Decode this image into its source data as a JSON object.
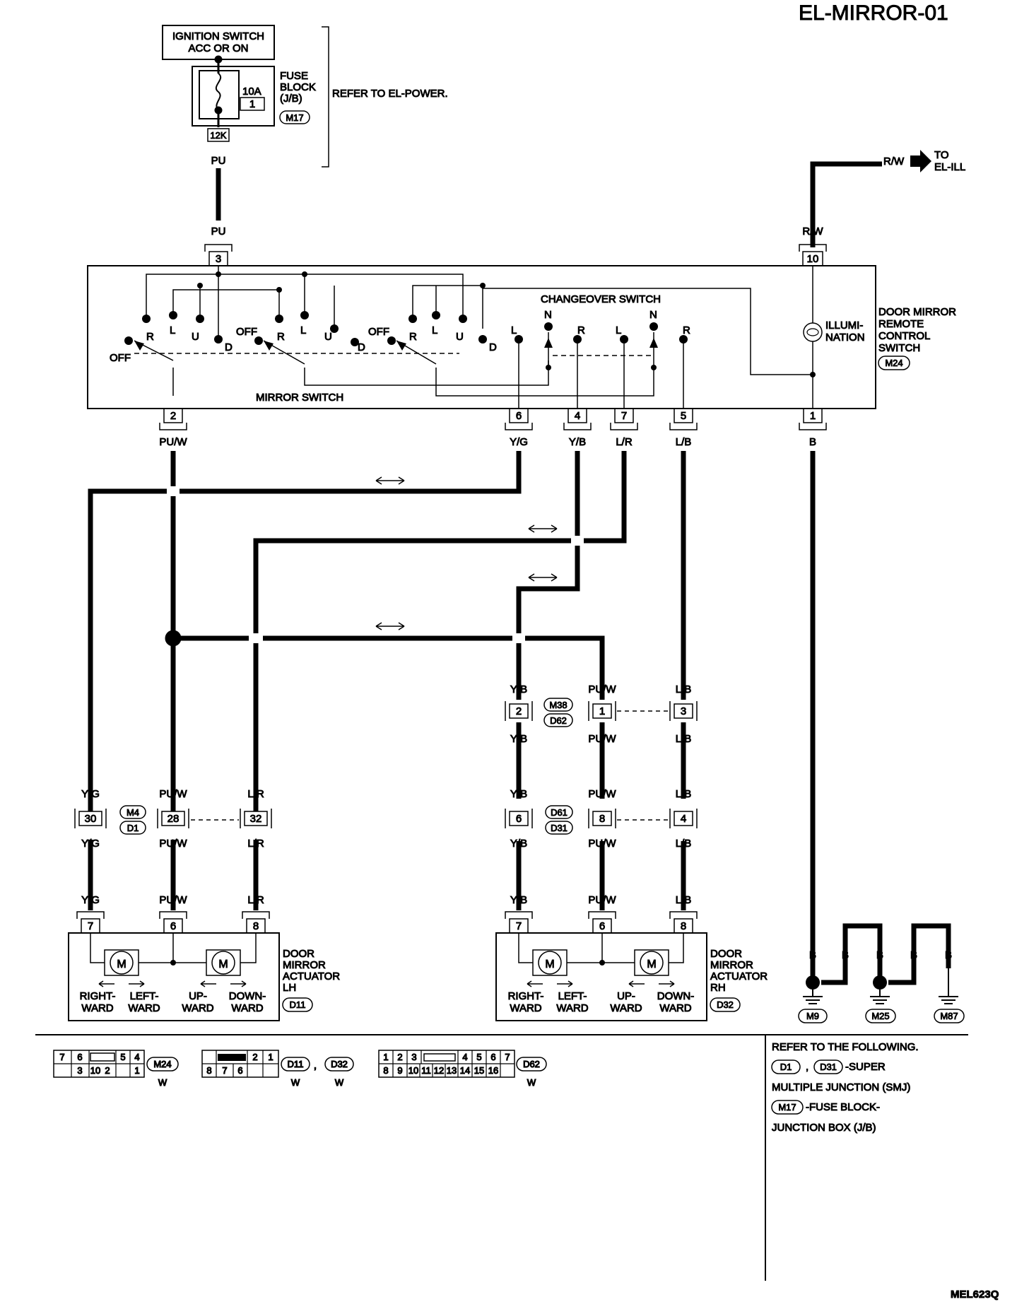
{
  "header": {
    "title": "EL-MIRROR-01",
    "code": "MEL623Q"
  },
  "power": {
    "ignition_line1": "IGNITION SWITCH",
    "ignition_line2": "ACC OR ON",
    "fuse_rating": "10A",
    "fuse_number": "1",
    "fuse_block_line1": "FUSE",
    "fuse_block_line2": "BLOCK",
    "fuse_block_line3": "(J/B)",
    "fuse_connector": "M17",
    "fuse_terminal": "12K",
    "refer": "REFER TO EL-POWER.",
    "wire_color": "PU"
  },
  "illumination_feed": {
    "wire_color": "R/W",
    "to_line1": "TO",
    "to_line2": "EL-ILL"
  },
  "switch": {
    "title_line1": "DOOR MIRROR",
    "title_line2": "REMOTE",
    "title_line3": "CONTROL",
    "title_line4": "SWITCH",
    "connector": "M24",
    "changeover_label": "CHANGEOVER SWITCH",
    "mirror_switch_label": "MIRROR SWITCH",
    "illum_line1": "ILLUMI-",
    "illum_line2": "NATION",
    "contact_off": "OFF",
    "contact_r": "R",
    "contact_l": "L",
    "contact_u": "U",
    "contact_d": "D",
    "contact_n": "N",
    "top_terminals": [
      {
        "pin": "3",
        "wire": "PU"
      },
      {
        "pin": "10",
        "wire": "R/W"
      }
    ],
    "bottom_terminals": [
      {
        "pin": "2",
        "wire": "PU/W"
      },
      {
        "pin": "6",
        "wire": "Y/G"
      },
      {
        "pin": "4",
        "wire": "Y/B"
      },
      {
        "pin": "7",
        "wire": "L/R"
      },
      {
        "pin": "5",
        "wire": "L/B"
      },
      {
        "pin": "1",
        "wire": "B"
      }
    ]
  },
  "junction_m38": {
    "connector_top": "M38",
    "connector_bottom": "D62",
    "pins": [
      {
        "pin": "2",
        "wire_in": "Y/B",
        "wire_out": "Y/B"
      },
      {
        "pin": "1",
        "wire_in": "PU/W",
        "wire_out": "PU/W"
      },
      {
        "pin": "3",
        "wire_in": "L/B",
        "wire_out": "L/B"
      }
    ]
  },
  "junction_m4": {
    "connector_top": "M4",
    "connector_bottom": "D1",
    "pins": [
      {
        "pin": "30",
        "wire_in": "Y/G",
        "wire_out": "Y/G"
      },
      {
        "pin": "28",
        "wire_in": "PU/W",
        "wire_out": "PU/W"
      },
      {
        "pin": "32",
        "wire_in": "L/R",
        "wire_out": "L/R"
      }
    ]
  },
  "junction_d61": {
    "connector_top": "D61",
    "connector_bottom": "D31",
    "pins": [
      {
        "pin": "6",
        "wire_in": "Y/B",
        "wire_out": "Y/B"
      },
      {
        "pin": "8",
        "wire_in": "PU/W",
        "wire_out": "PU/W"
      },
      {
        "pin": "4",
        "wire_in": "L/B",
        "wire_out": "L/B"
      }
    ]
  },
  "actuator_lh": {
    "title_line1": "DOOR",
    "title_line2": "MIRROR",
    "title_line3": "ACTUATOR",
    "title_line4": "LH",
    "connector": "D11",
    "pins": [
      {
        "pin": "7",
        "wire": "Y/G"
      },
      {
        "pin": "6",
        "wire": "PU/W"
      },
      {
        "pin": "8",
        "wire": "L/R"
      }
    ]
  },
  "actuator_rh": {
    "title_line1": "DOOR",
    "title_line2": "MIRROR",
    "title_line3": "ACTUATOR",
    "title_line4": "RH",
    "connector": "D32",
    "pins": [
      {
        "pin": "7",
        "wire": "Y/B"
      },
      {
        "pin": "6",
        "wire": "PU/W"
      },
      {
        "pin": "8",
        "wire": "L/B"
      }
    ]
  },
  "motor": {
    "symbol": "M",
    "dir_right1": "RIGHT-",
    "dir_right2": "WARD",
    "dir_left1": "LEFT-",
    "dir_left2": "WARD",
    "dir_up1": "UP-",
    "dir_up2": "WARD",
    "dir_down1": "DOWN-",
    "dir_down2": "WARD"
  },
  "grounds": {
    "wire": "B",
    "points": [
      "M9",
      "M25",
      "M87"
    ]
  },
  "connector_views": {
    "m24": {
      "top": [
        "7",
        "6",
        "",
        "5",
        "4"
      ],
      "bottom": [
        "3",
        "10",
        "2",
        "",
        "1"
      ],
      "id": "M24",
      "color": "W"
    },
    "d11": {
      "top": [
        "",
        "",
        "2",
        "1"
      ],
      "bottom": [
        "8",
        "7",
        "6",
        ""
      ],
      "id1": "D11",
      "id2": "D32",
      "sep": ",",
      "color1": "W",
      "color2": "W"
    },
    "d62": {
      "top": [
        "1",
        "2",
        "3",
        "",
        "4",
        "5",
        "6",
        "7"
      ],
      "bottom": [
        "8",
        "9",
        "10",
        "11",
        "12",
        "13",
        "14",
        "15",
        "16"
      ],
      "id": "D62",
      "color": "W"
    }
  },
  "refer_notes": {
    "heading": "REFER TO THE FOLLOWING.",
    "smj_c1": "D1",
    "smj_sep": ",",
    "smj_c2": "D31",
    "smj_text": "-SUPER",
    "smj_line2": "MULTIPLE JUNCTION (SMJ)",
    "jb_conn": "M17",
    "jb_text": "-FUSE BLOCK-",
    "jb_line2": "JUNCTION BOX (J/B)"
  }
}
